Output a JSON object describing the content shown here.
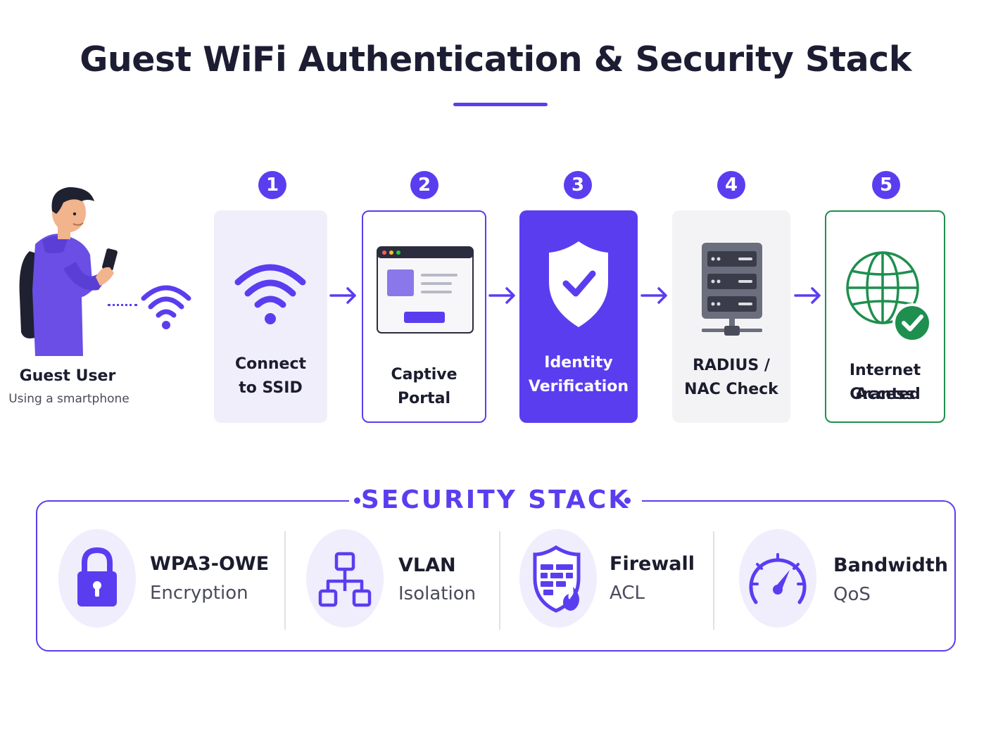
{
  "title": "Guest WiFi Authentication & Security Stack",
  "guest": {
    "name": "Guest User",
    "subtitle": "Using a smartphone"
  },
  "steps": [
    {
      "number": "1",
      "line1": "Connect",
      "line2": "to SSID",
      "icon": "wifi-icon"
    },
    {
      "number": "2",
      "line1": "Captive Portal",
      "line2": "",
      "icon": "browser-window-icon"
    },
    {
      "number": "3",
      "line1": "Identity",
      "line2": "Verification",
      "icon": "shield-check-icon"
    },
    {
      "number": "4",
      "line1": "RADIUS /",
      "line2": "NAC Check",
      "icon": "server-icon"
    },
    {
      "number": "5",
      "line1": "Internet Access",
      "line2": "Granted",
      "icon": "globe-check-icon"
    }
  ],
  "security_stack": {
    "title": "SECURITY STACK",
    "items": [
      {
        "main": "WPA3-OWE",
        "sub": "Encryption",
        "icon": "padlock-icon"
      },
      {
        "main": "VLAN",
        "sub": "Isolation",
        "icon": "network-tree-icon"
      },
      {
        "main": "Firewall",
        "sub": "ACL",
        "icon": "firewall-shield-icon"
      },
      {
        "main": "Bandwidth",
        "sub": "QoS",
        "icon": "speedometer-icon"
      }
    ]
  },
  "colors": {
    "accent": "#5b3df0",
    "card_tint": "#f1eefc",
    "neutral_card": "#f3f3f5",
    "success": "#1e8f4e"
  }
}
